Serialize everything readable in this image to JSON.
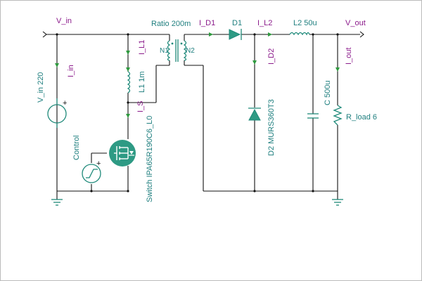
{
  "colors": {
    "wire": "#111111",
    "component": "#1f8a7a",
    "net_label": "#8b1a8b",
    "component_label": "#1f7f7f",
    "current_arrow": "#2e9a3e",
    "switch_fill": "#2e9a84"
  },
  "net_labels": {
    "v_in": "V_in",
    "v_out": "V_out",
    "i_in": "I_in",
    "i_l1": "I_L1",
    "i_s": "I_S",
    "i_d1": "I_D1",
    "i_l2": "I_L2",
    "i_d2": "I_D2",
    "i_out": "I_out"
  },
  "components": {
    "source": "V_in 220",
    "inductor_l1": "L1 1m",
    "transformer_ratio": "Ratio 200m",
    "n1": "N1",
    "n2": "N2",
    "diode_d1": "D1",
    "inductor_l2": "L2 50u",
    "diode_d2": "D2 MURS360T3",
    "capacitor": "C 500u",
    "load": "R_load 6",
    "control": "Control",
    "switch": "Switch IPA65R190C6_L0",
    "plus": "+"
  },
  "icons": {
    "source": "voltage-source-icon",
    "control": "pulse-source-icon",
    "switch": "mosfet-icon",
    "ground": "ground-icon"
  }
}
